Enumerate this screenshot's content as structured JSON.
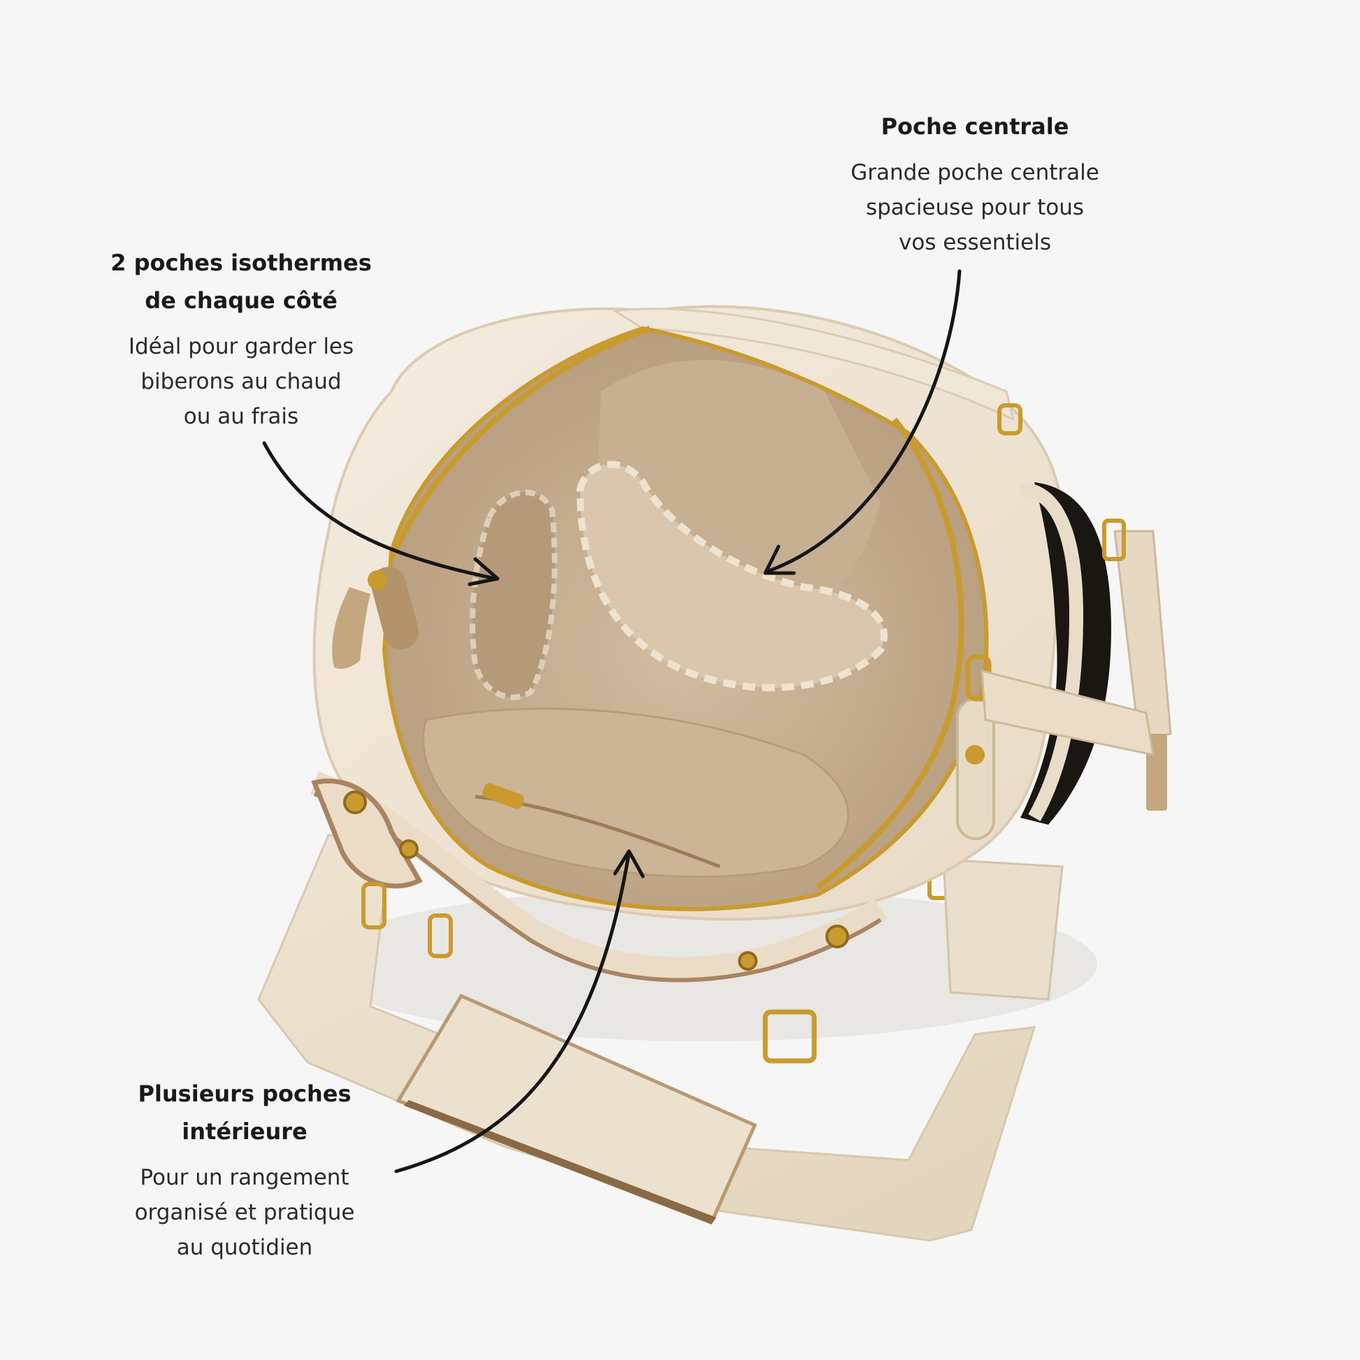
{
  "colors": {
    "background": "#f6f6f6",
    "text": "#1a1a1a",
    "bag_outer": "#efe3d0",
    "bag_lining": "#c9b399",
    "gold_hardware": "#c99a2e",
    "trim": "#a9865f"
  },
  "callouts": {
    "center": {
      "title": "Poche centrale",
      "desc": [
        "Grande poche centrale",
        "spacieuse pour tous",
        "vos essentiels"
      ]
    },
    "left": {
      "title": [
        "2 poches isothermes",
        "de chaque côté"
      ],
      "desc": [
        "Idéal pour garder les",
        "biberons au chaud",
        "ou au frais"
      ]
    },
    "bottom": {
      "title": [
        "Plusieurs poches",
        "intérieure"
      ],
      "desc": [
        "Pour un rangement",
        "organisé et pratique",
        "au quotidien"
      ]
    }
  }
}
